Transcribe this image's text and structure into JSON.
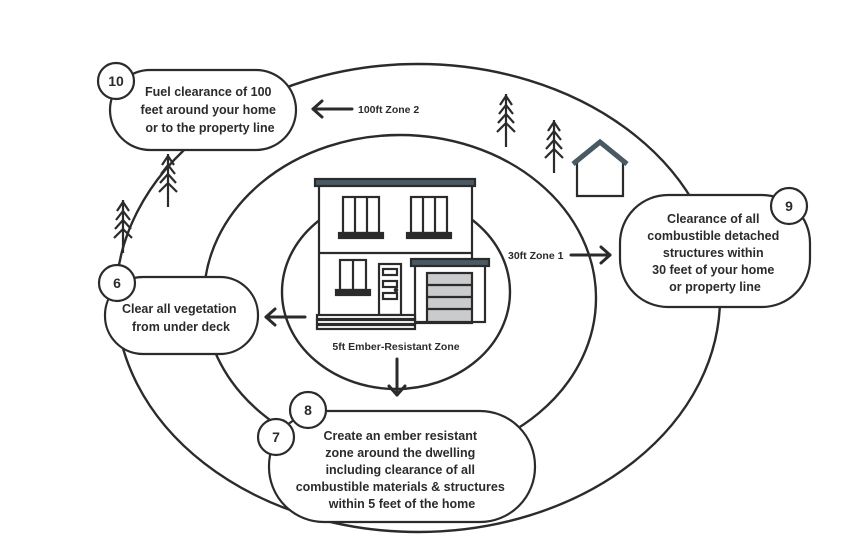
{
  "zones": {
    "zone2_label": "100ft Zone 2",
    "zone1_label": "30ft Zone 1",
    "zone0_label": "5ft Ember-Resistant Zone"
  },
  "callouts": {
    "c10": {
      "number": "10",
      "lines": [
        "Fuel clearance of 100",
        "feet around your home",
        "or to the property line"
      ]
    },
    "c9": {
      "number": "9",
      "lines": [
        "Clearance of all",
        "combustible detached",
        "structures within",
        "30 feet of your home",
        "or property line"
      ]
    },
    "c6": {
      "number": "6",
      "lines": [
        "Clear all vegetation",
        "from under deck"
      ]
    },
    "c8": {
      "number": "8",
      "lines": [
        "Create an ember resistant",
        "zone around the dwelling",
        "including clearance of all",
        "combustible materials & structures",
        "within 5 feet of the home"
      ]
    },
    "c7": {
      "number": "7"
    }
  },
  "colors": {
    "line": "#2b2b2b",
    "roof_accent": "#4a5a63",
    "garage": "#c9cbcd"
  },
  "icons": [
    "house-icon",
    "tree-icon",
    "shed-icon",
    "arrow-icon"
  ]
}
